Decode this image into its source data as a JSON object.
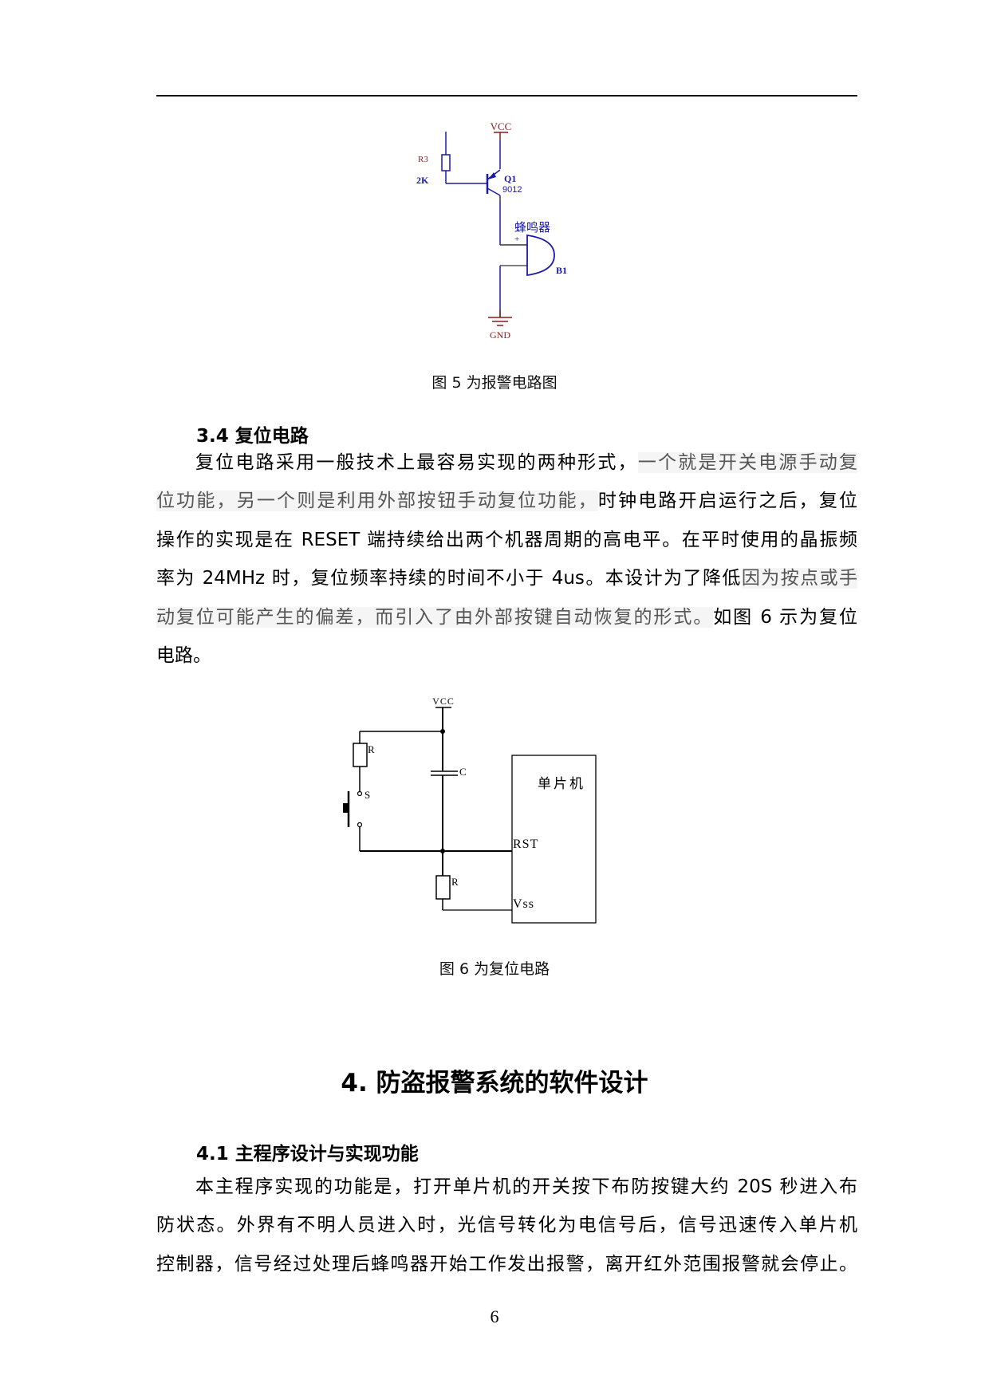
{
  "page": {
    "page_number": "6"
  },
  "figure5": {
    "caption": "图 5 为报警电路图",
    "labels": {
      "vcc": "VCC",
      "resistor_ref": "R3",
      "resistor_value": "2K",
      "transistor_ref": "Q1",
      "transistor_model": "9012",
      "buzzer_name": "蜂鸣器",
      "buzzer_plus": "+",
      "buzzer_ref": "B1",
      "gnd": "GND"
    },
    "colors": {
      "wire": "#1a1aa8",
      "power_label": "#8b1a1a",
      "wire_dark": "#333333"
    }
  },
  "section_3_4": {
    "heading": "3.4 复位电路",
    "paragraph_lines": [
      [
        {
          "t": "复位电路采用一般技术上最容易实现的两种形式，",
          "hl": false
        },
        {
          "t": "一个就是开关电源手动复",
          "hl": true
        }
      ],
      [
        {
          "t": "位功能，另一个则是利用外部按钮手动复位功能，",
          "hl": true
        },
        {
          "t": "时钟电路开启运行之后，复位",
          "hl": false
        }
      ],
      [
        {
          "t": "操作的实现是在 RESET 端持续给出两个机器周期的高电平。在平时使用的晶振频",
          "hl": false
        }
      ],
      [
        {
          "t": "率为 24MHz 时，复位频率持续的时间不小于 4us。本设计为了降低",
          "hl": false
        },
        {
          "t": "因为按点或手",
          "hl": true
        }
      ],
      [
        {
          "t": "动复位可能产生的偏差，而引入了由外部按键自动恢复的形式。",
          "hl": true
        },
        {
          "t": "如图 6 示为复位",
          "hl": false
        }
      ],
      [
        {
          "t": "电路。",
          "hl": false
        }
      ]
    ]
  },
  "figure6": {
    "caption": "图 6 为复位电路",
    "labels": {
      "vcc": "VCC",
      "resistor_top": "R",
      "switch": "S",
      "capacitor": "C",
      "mcu": "单片机",
      "rst_pin": "RST",
      "vss_pin": "Vss",
      "resistor_bottom": "R"
    }
  },
  "chapter4": {
    "heading": "4. 防盗报警系统的软件设计"
  },
  "section_4_1": {
    "heading": "4.1 主程序设计与实现功能",
    "paragraph_lines": [
      "本主程序实现的功能是，打开单片机的开关按下布防按键大约 20S 秒进入布",
      "防状态。外界有不明人员进入时，光信号转化为电信号后，信号迅速传入单片机",
      "控制器，信号经过处理后蜂鸣器开始工作发出报警，离开红外范围报警就会停止。"
    ]
  }
}
